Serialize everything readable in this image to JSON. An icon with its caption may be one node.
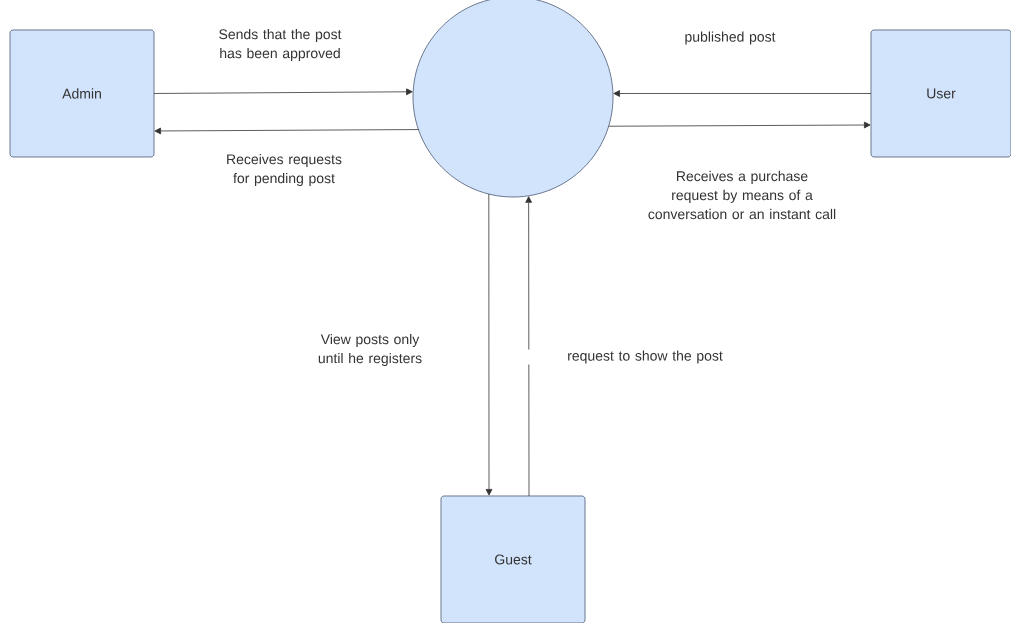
{
  "diagram": {
    "nodes": [
      {
        "text": [
          "Admin"
        ]
      },
      {
        "text": [],
        "shape": "circle"
      },
      {
        "text": [
          "User"
        ]
      },
      {
        "text": [
          "Guest"
        ]
      }
    ],
    "edges": [
      {
        "from": 0,
        "to": 1,
        "arrow": "to",
        "label": "Sends that the post has been approved"
      },
      {
        "from": 1,
        "to": 0,
        "arrow": "to",
        "label": "Receives requests for pending post"
      },
      {
        "from": 2,
        "to": 1,
        "arrow": "to",
        "label": "published post"
      },
      {
        "from": 1,
        "to": 2,
        "arrow": "to",
        "label": "Receives a purchase request by means of a conversation or an instant call"
      },
      {
        "from": 1,
        "to": 3,
        "arrow": "to",
        "label": "View posts only until he registers"
      },
      {
        "from": 3,
        "to": 1,
        "arrow": "to",
        "label": "request to show the post"
      }
    ]
  }
}
